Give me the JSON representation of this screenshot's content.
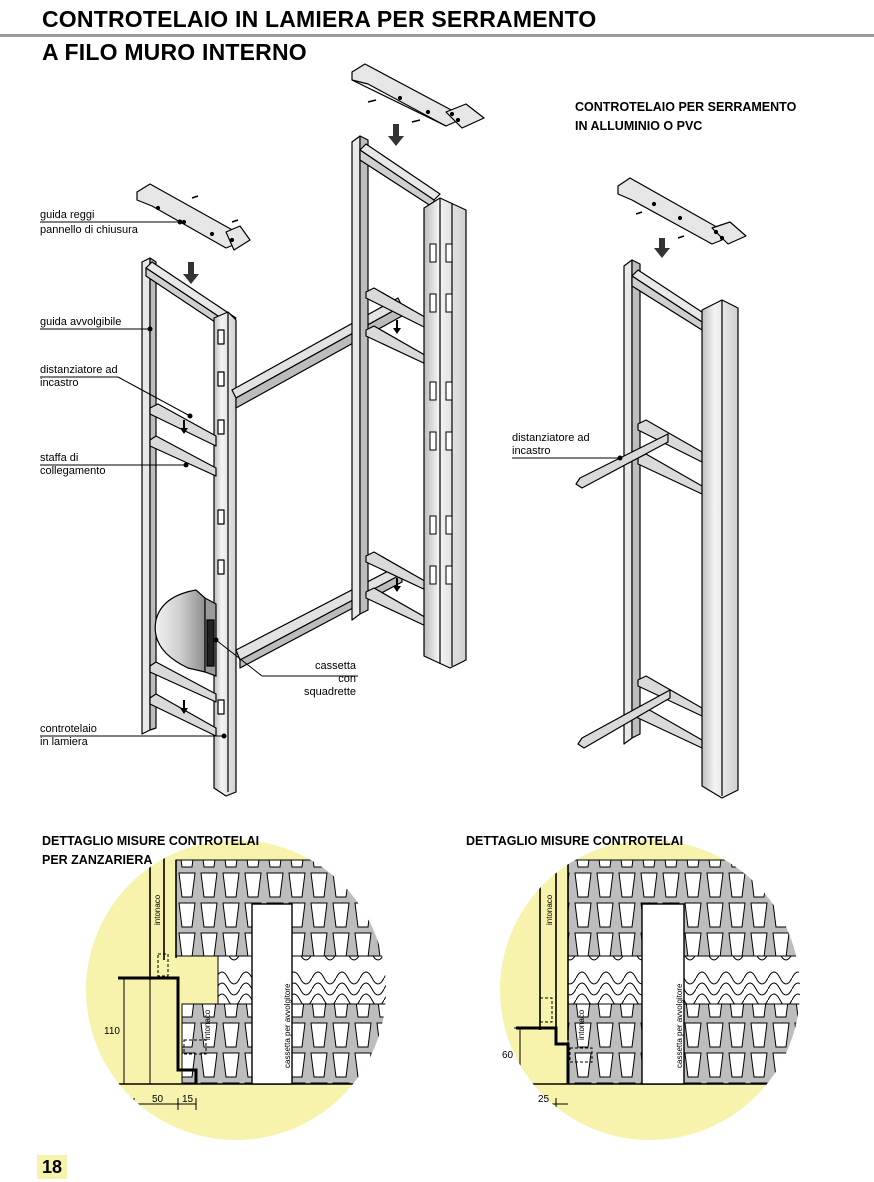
{
  "header": {
    "title_line1": "CONTROTELAIO IN LAMIERA PER SERRAMENTO",
    "title_line2": "A FILO MURO INTERNO"
  },
  "right_diagram": {
    "heading_line1": "CONTROTELAIO PER SERRAMENTO",
    "heading_line2": "IN ALLUMINIO O PVC",
    "label_distanziatore_line1": "distanziatore ad",
    "label_distanziatore_line2": "incastro"
  },
  "left_diagram": {
    "labels": {
      "guida_reggi_line1": "guida reggi",
      "guida_reggi_line2": "pannello di chiusura",
      "guida_avvolgibile": "guida avvolgibile",
      "distanziatore_line1": "distanziatore ad",
      "distanziatore_line2": "incastro",
      "staffa_line1": "staffa di",
      "staffa_line2": "collegamento",
      "cassetta_line1": "cassetta con",
      "cassetta_line2": "squadrette",
      "controtelaio_line1": "controtelaio",
      "controtelaio_line2": "in lamiera"
    }
  },
  "detail_left": {
    "heading_line1": "DETTAGLIO MISURE CONTROTELAI",
    "heading_line2": "PER ZANZARIERA",
    "label_intonaco_top": "intonaco",
    "label_intonaco_mid": "intonaco",
    "label_cassetta": "cassetta per avvolgitore",
    "dim_height": "110",
    "dim_width_a": "50",
    "dim_width_b": "15"
  },
  "detail_right": {
    "heading_line1": "DETTAGLIO MISURE CONTROTELAI",
    "label_intonaco_top": "intonaco",
    "label_intonaco_mid": "intonaco",
    "label_cassetta": "cassetta per avvolgitore",
    "dim_height": "60",
    "dim_width": "25"
  },
  "footer": {
    "page_number": "18"
  },
  "colors": {
    "highlight_yellow": "#f7f3ad",
    "metal_light": "#e8e8e8",
    "metal_mid": "#c8c8c8",
    "metal_dark": "#8c8c8c",
    "brick_grey": "#bdbdbd",
    "rule_grey": "#9a9a9a"
  }
}
